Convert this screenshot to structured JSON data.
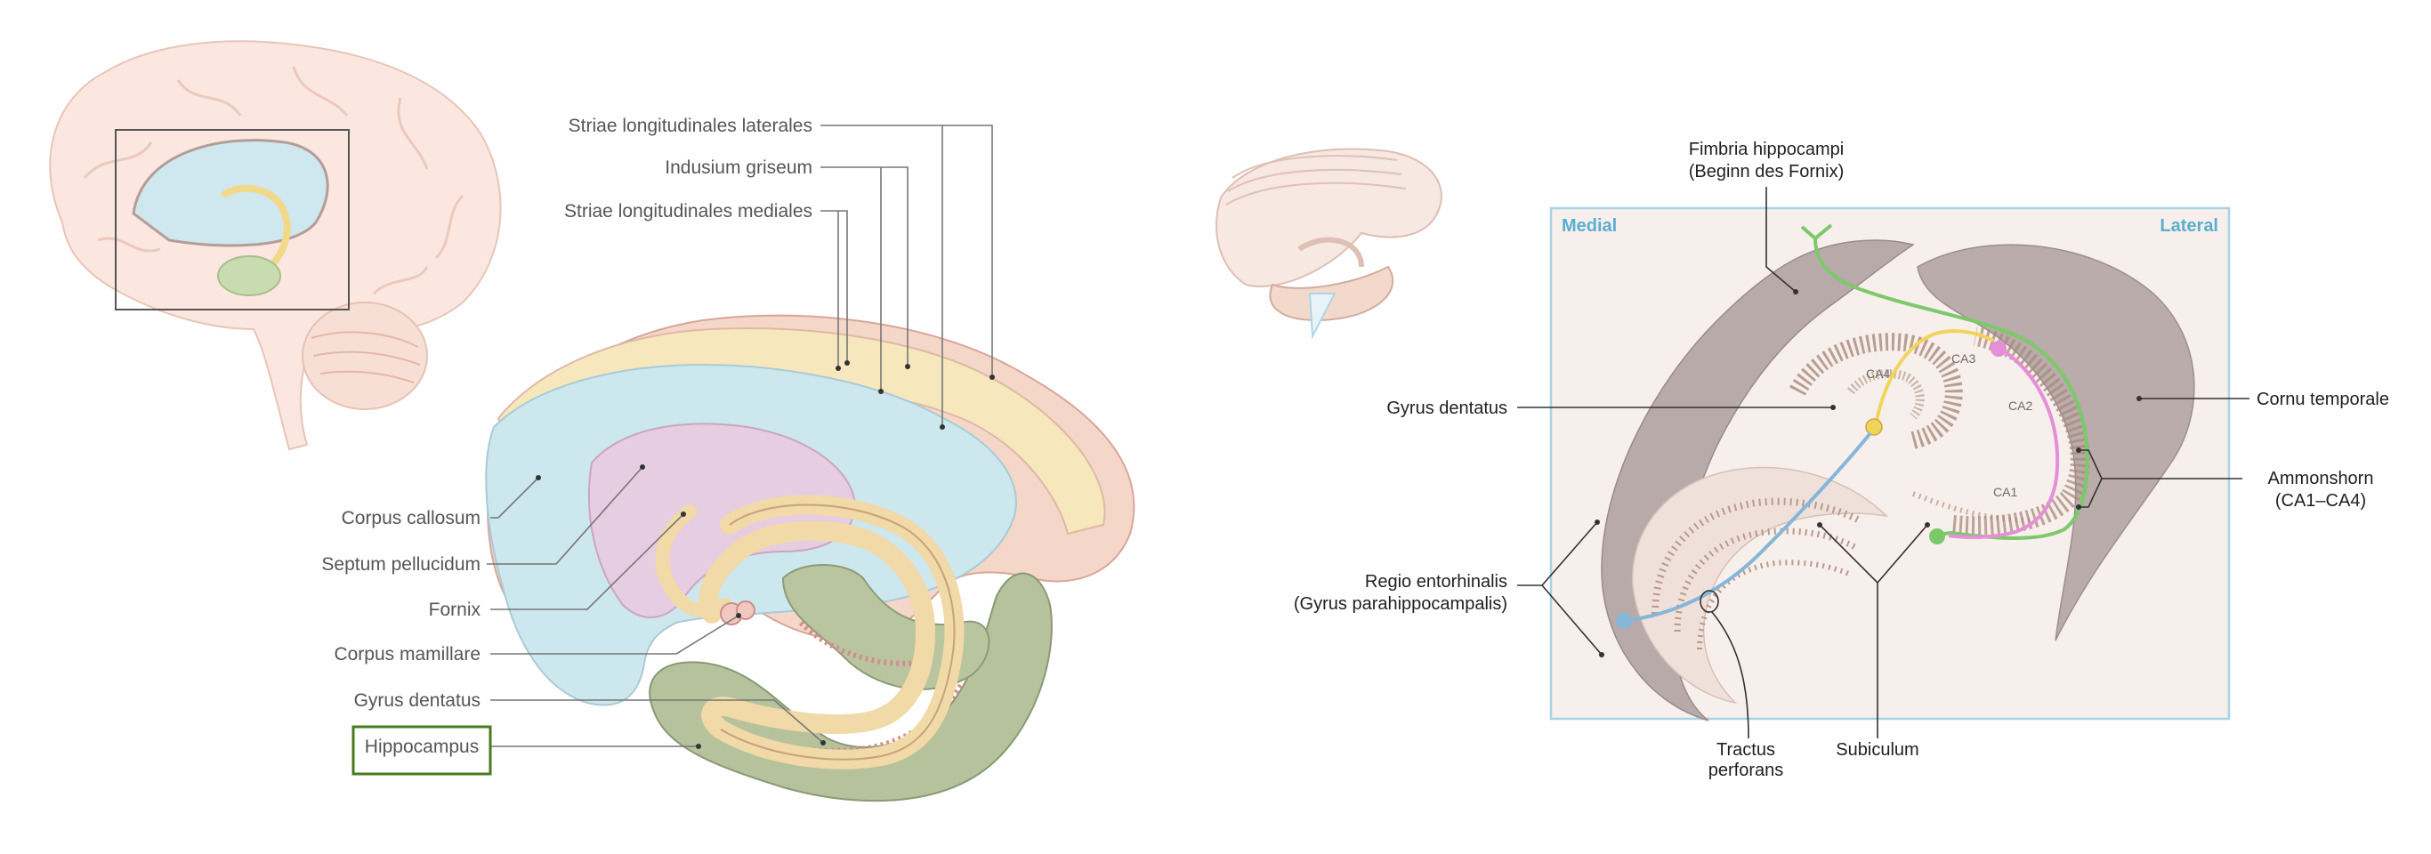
{
  "left_panel": {
    "labels": {
      "striae_lat": "Striae longitudinales laterales",
      "indusium": "Indusium griseum",
      "striae_med": "Striae longitudinales mediales",
      "corpus_callosum": "Corpus callosum",
      "septum": "Septum pellucidum",
      "fornix": "Fornix",
      "corpus_mamillare": "Corpus mamillare",
      "gyrus_dentatus": "Gyrus dentatus",
      "hippocampus": "Hippocampus"
    },
    "highlight_color": "#4a7a1e"
  },
  "right_panel": {
    "corner_labels": {
      "medial": "Medial",
      "lateral": "Lateral"
    },
    "labels": {
      "fimbria_1": "Fimbria hippocampi",
      "fimbria_2": "(Beginn des Fornix)",
      "gyrus_dentatus": "Gyrus dentatus",
      "cornu_temporale": "Cornu temporale",
      "ammonshorn_1": "Ammonshorn",
      "ammonshorn_2": "(CA1–CA4)",
      "regio_1": "Regio entorhinalis",
      "regio_2": "(Gyrus parahippocampalis)",
      "tractus_1": "Tractus",
      "tractus_2": "perforans",
      "subiculum": "Subiculum"
    },
    "region_labels": {
      "ca1": "CA1",
      "ca2": "CA2",
      "ca3": "CA3",
      "ca4": "CA4"
    },
    "colors": {
      "frame": "#a8d3e3",
      "corner_text": "#5aaed0",
      "pathway_green": "#7cc96a",
      "pathway_yellow": "#f2d45c",
      "pathway_pink": "#e58fd8",
      "pathway_blue": "#86b6d8"
    }
  }
}
